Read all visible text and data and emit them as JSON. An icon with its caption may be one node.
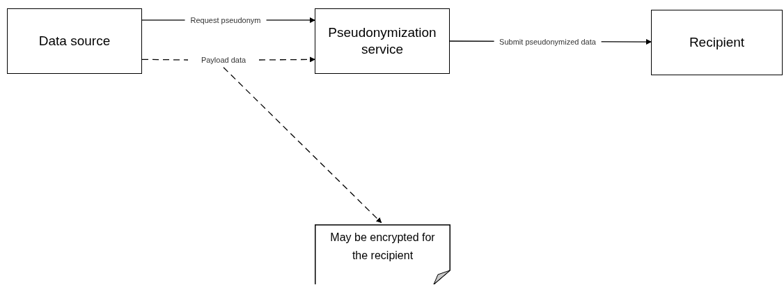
{
  "diagram": {
    "nodes": [
      {
        "text": [
          "Data source"
        ]
      },
      {
        "text": [
          "Pseudonymization service"
        ]
      },
      {
        "text": [
          "Recipient"
        ]
      },
      {
        "text": [
          "Payload data"
        ]
      },
      {
        "text": [
          "May be encrypted for the recipient"
        ]
      }
    ],
    "edges": [
      {
        "from": 0,
        "to": 1,
        "arrow": "to",
        "label": "Request pseudonym"
      },
      {
        "from": 0,
        "to": 3,
        "arrow": "none",
        "style": "dashed"
      },
      {
        "from": 3,
        "to": 1,
        "arrow": "to",
        "style": "dashed"
      },
      {
        "from": 1,
        "to": 2,
        "arrow": "to",
        "label": "Submit pseudonymized data"
      },
      {
        "from": 3,
        "to": 4,
        "arrow": "to",
        "style": "dashed"
      }
    ]
  }
}
